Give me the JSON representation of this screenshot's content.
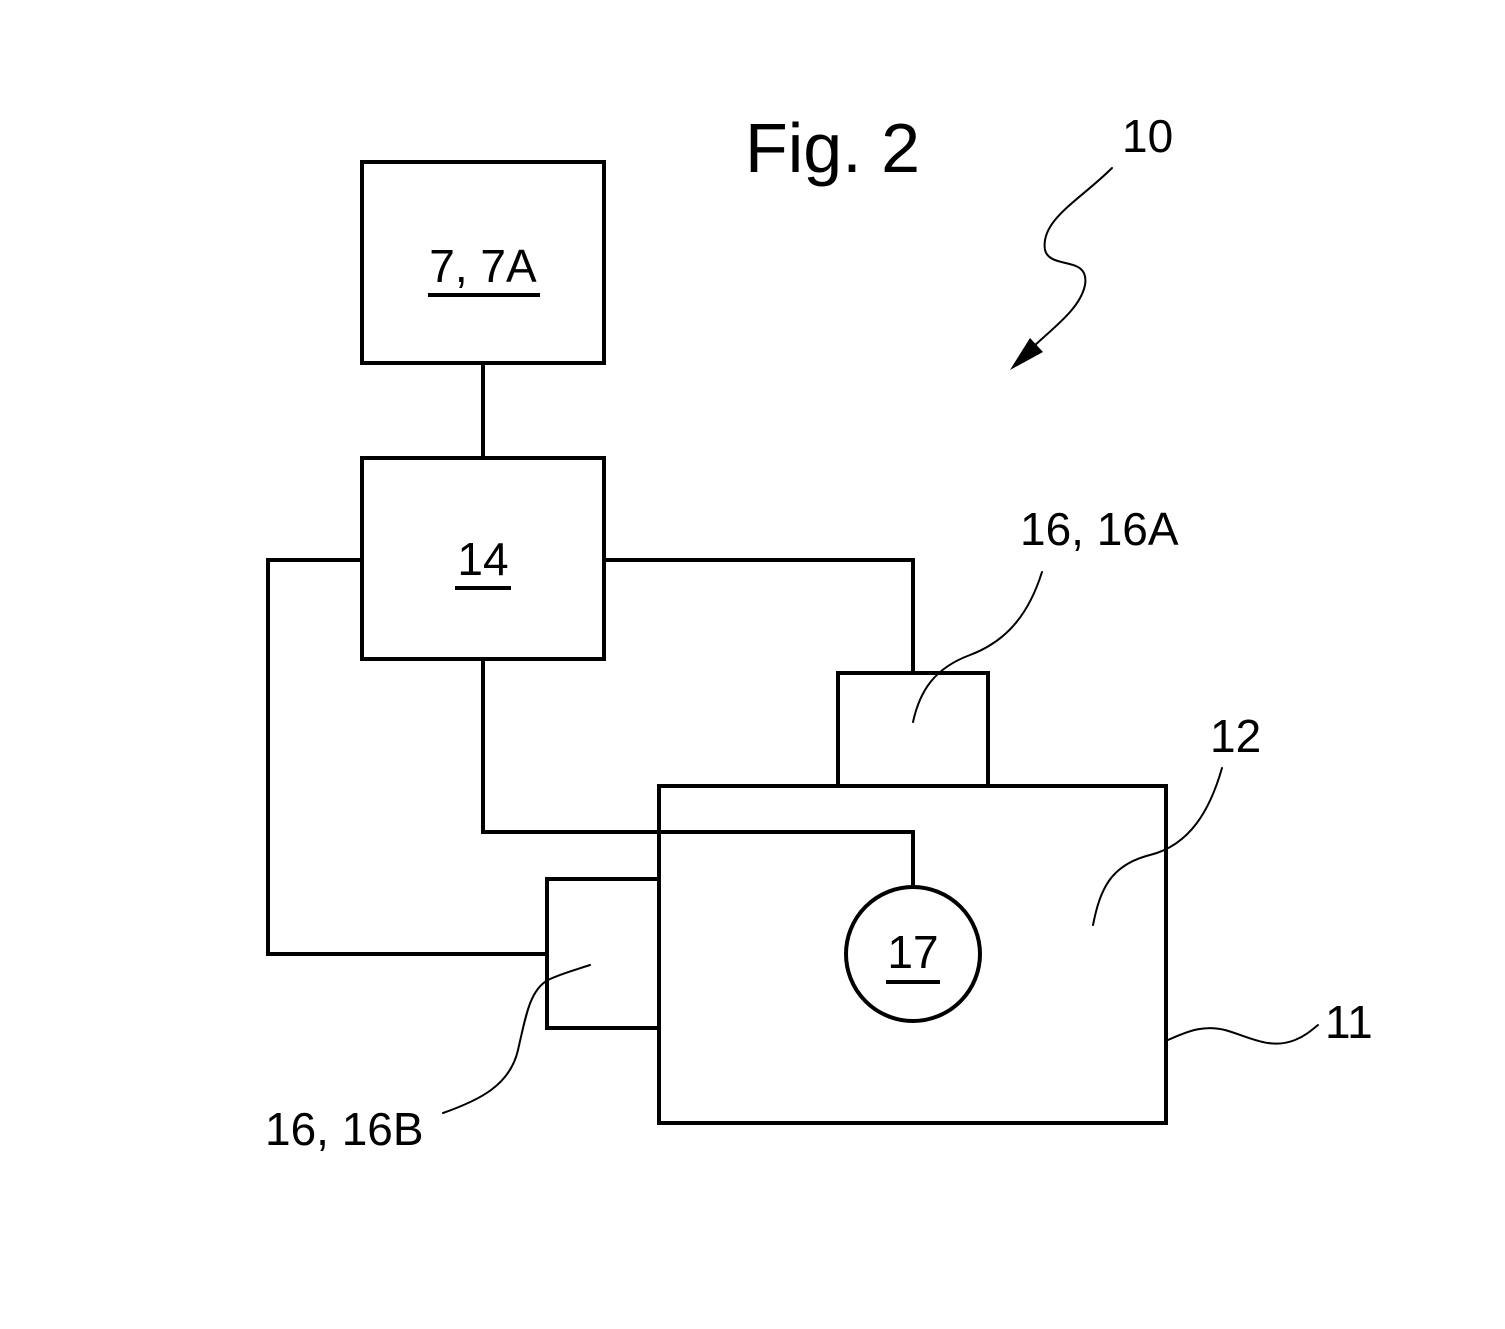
{
  "figure": {
    "title": "Fig. 2",
    "reference_labels": {
      "assembly": "10",
      "housing": "11",
      "interior": "12",
      "sensor_a": "16, 16A",
      "sensor_b": "16, 16B"
    },
    "blocks": {
      "top": "7, 7A",
      "controller": "14",
      "circle": "17"
    }
  }
}
